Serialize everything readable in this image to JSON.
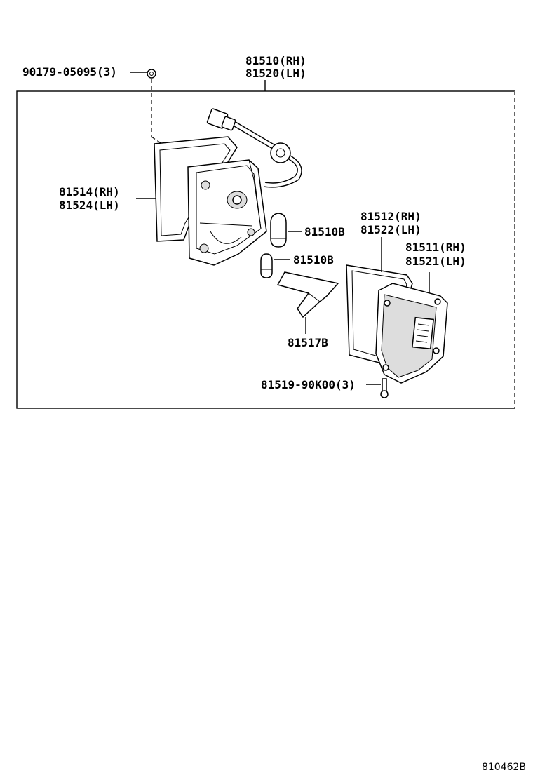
{
  "diagram": {
    "labels": {
      "assembly_rh": "81510(RH)",
      "assembly_lh": "81520(LH)",
      "screw_top": "90179-05095(3)",
      "gasket_rh": "81514(RH)",
      "gasket_lh": "81524(LH)",
      "bulb_upper": "81510B",
      "bulb_lower": "81510B",
      "lens_gasket_rh": "81512(RH)",
      "lens_gasket_lh": "81522(LH)",
      "lens_rh": "81511(RH)",
      "lens_lh": "81521(LH)",
      "reflector": "81517B",
      "screw_bottom": "81519-90K00(3)"
    },
    "reference_code": "810462B"
  }
}
